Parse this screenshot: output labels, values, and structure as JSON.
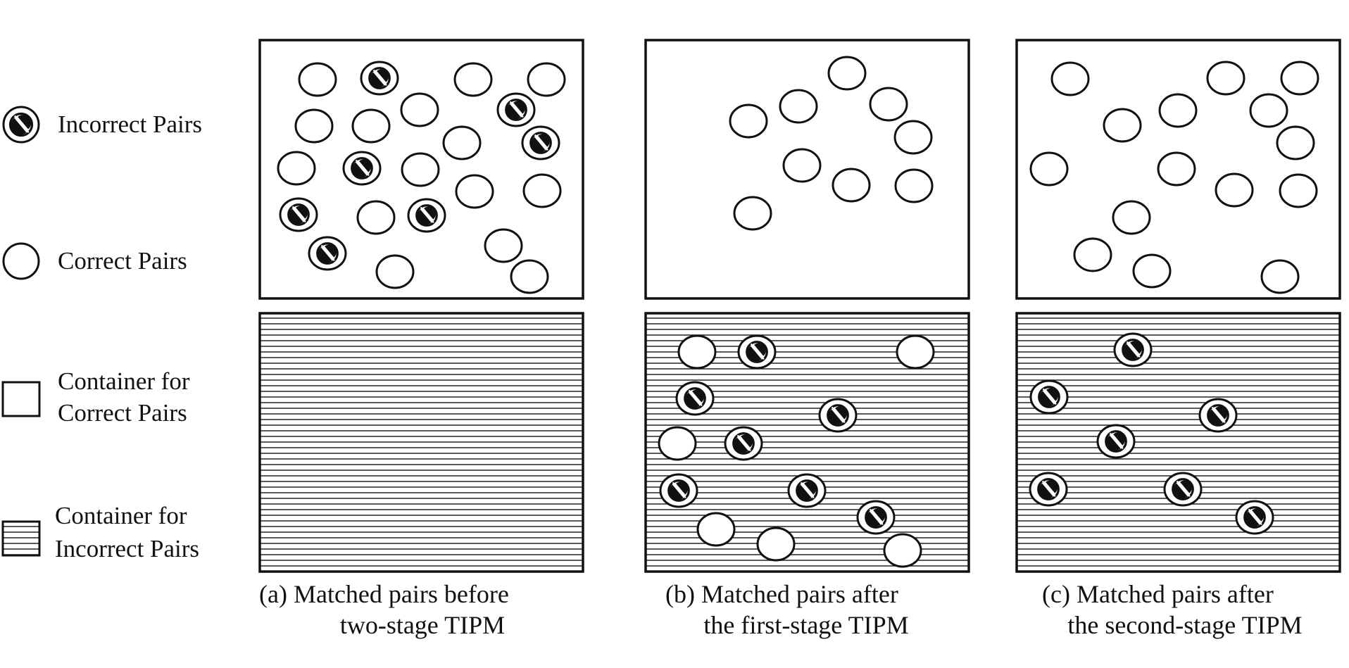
{
  "legend": {
    "incorrect_pairs": "Incorrect Pairs",
    "correct_pairs": "Correct Pairs",
    "container_correct_line1": "Container for",
    "container_correct_line2": "Correct Pairs",
    "container_incorrect_line1": "Container for",
    "container_incorrect_line2": "Incorrect Pairs"
  },
  "panels": [
    {
      "id": "a",
      "caption_line1": "(a)  Matched pairs before",
      "caption_line2": "two-stage TIPM",
      "correct_container_items": [
        {
          "kind": "correct"
        },
        {
          "kind": "incorrect"
        },
        {
          "kind": "correct"
        },
        {
          "kind": "correct"
        },
        {
          "kind": "correct"
        },
        {
          "kind": "incorrect"
        },
        {
          "kind": "correct"
        },
        {
          "kind": "correct"
        },
        {
          "kind": "incorrect"
        },
        {
          "kind": "correct"
        },
        {
          "kind": "correct"
        },
        {
          "kind": "incorrect"
        },
        {
          "kind": "correct"
        },
        {
          "kind": "correct"
        },
        {
          "kind": "correct"
        },
        {
          "kind": "incorrect"
        },
        {
          "kind": "correct"
        },
        {
          "kind": "incorrect"
        },
        {
          "kind": "incorrect"
        },
        {
          "kind": "correct"
        },
        {
          "kind": "correct"
        },
        {
          "kind": "correct"
        }
      ],
      "incorrect_container_items": []
    },
    {
      "id": "b",
      "caption_line1": "(b)  Matched pairs after",
      "caption_line2": "the first-stage TIPM",
      "correct_container_items": [
        {
          "kind": "correct"
        },
        {
          "kind": "correct"
        },
        {
          "kind": "correct"
        },
        {
          "kind": "correct"
        },
        {
          "kind": "correct"
        },
        {
          "kind": "correct"
        },
        {
          "kind": "correct"
        },
        {
          "kind": "correct"
        },
        {
          "kind": "correct"
        }
      ],
      "incorrect_container_items": [
        {
          "kind": "correct"
        },
        {
          "kind": "incorrect"
        },
        {
          "kind": "correct"
        },
        {
          "kind": "incorrect"
        },
        {
          "kind": "incorrect"
        },
        {
          "kind": "correct"
        },
        {
          "kind": "incorrect"
        },
        {
          "kind": "incorrect"
        },
        {
          "kind": "incorrect"
        },
        {
          "kind": "incorrect"
        },
        {
          "kind": "correct"
        },
        {
          "kind": "correct"
        },
        {
          "kind": "correct"
        }
      ]
    },
    {
      "id": "c",
      "caption_line1": "(c)  Matched pairs after",
      "caption_line2": "the second-stage TIPM",
      "correct_container_items": [
        {
          "kind": "correct"
        },
        {
          "kind": "correct"
        },
        {
          "kind": "correct"
        },
        {
          "kind": "correct"
        },
        {
          "kind": "correct"
        },
        {
          "kind": "correct"
        },
        {
          "kind": "correct"
        },
        {
          "kind": "correct"
        },
        {
          "kind": "correct"
        },
        {
          "kind": "correct"
        },
        {
          "kind": "correct"
        },
        {
          "kind": "correct"
        },
        {
          "kind": "correct"
        },
        {
          "kind": "correct"
        },
        {
          "kind": "correct"
        }
      ],
      "incorrect_container_items": [
        {
          "kind": "incorrect"
        },
        {
          "kind": "incorrect"
        },
        {
          "kind": "incorrect"
        },
        {
          "kind": "incorrect"
        },
        {
          "kind": "incorrect"
        },
        {
          "kind": "incorrect"
        },
        {
          "kind": "incorrect"
        }
      ]
    }
  ],
  "colors": {
    "stroke": "#111111",
    "background": "#ffffff",
    "hatch_line": "#222222"
  },
  "icons": {
    "incorrect_pair": "hatched-disk-icon",
    "correct_pair": "empty-circle-icon"
  }
}
